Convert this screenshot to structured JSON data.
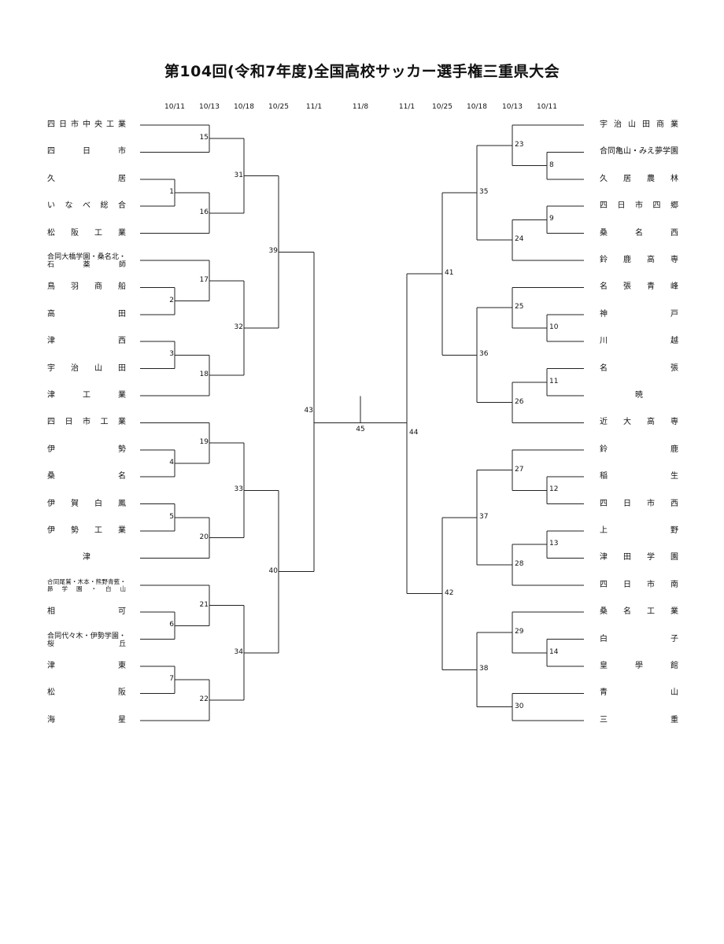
{
  "title": "第104回(令和7年度)全国高校サッカー選手権三重県大会",
  "dates_left": [
    "10/11",
    "10/13",
    "10/18",
    "10/25",
    "11/1"
  ],
  "final_date": "11/8",
  "dates_right": [
    "11/1",
    "10/25",
    "10/18",
    "10/13",
    "10/11"
  ],
  "left_teams": [
    "四日市中央工業",
    "四日市",
    "久居",
    "いなべ総合",
    "松阪工業",
    "合同大橋学園・桑名北・石薬師",
    "鳥羽商船",
    "高田",
    "津西",
    "宇治山田",
    "津工業",
    "四日市工業",
    "伊勢",
    "桑名",
    "伊賀白鳳",
    "伊勢工業",
    "津",
    "合同尾鷲・木本・熊野青藍・昴学園・白山",
    "相可",
    "合同代々木・伊勢学園・桜丘",
    "津東",
    "松阪",
    "海星"
  ],
  "right_teams": [
    "宇治山田商業",
    "合同亀山・みえ夢学園",
    "久居農林",
    "四日市四郷",
    "桑名西",
    "鈴鹿高専",
    "名張青峰",
    "神戸",
    "川越",
    "名張",
    "暁",
    "近大高専",
    "鈴鹿",
    "稲生",
    "四日市西",
    "上野",
    "津田学園",
    "四日市南",
    "桑名工業",
    "白子",
    "皇學館",
    "青山",
    "三重"
  ],
  "match_numbers": [
    "1",
    "2",
    "3",
    "4",
    "5",
    "6",
    "7",
    "8",
    "9",
    "10",
    "11",
    "12",
    "13",
    "14",
    "15",
    "16",
    "17",
    "18",
    "19",
    "20",
    "21",
    "22",
    "23",
    "24",
    "25",
    "26",
    "27",
    "28",
    "29",
    "30",
    "31",
    "32",
    "33",
    "34",
    "35",
    "36",
    "37",
    "38",
    "39",
    "40",
    "41",
    "42",
    "43",
    "44",
    "45"
  ]
}
